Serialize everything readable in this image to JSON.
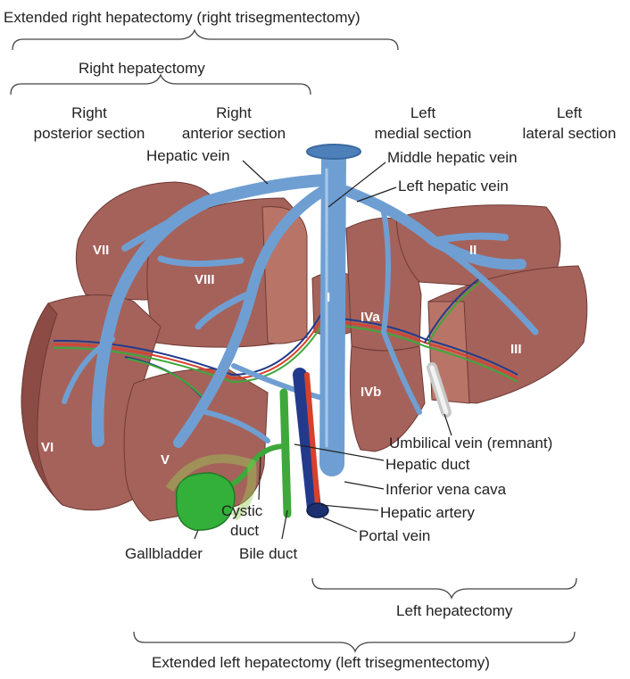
{
  "brackets": {
    "extended_right": "Extended right hepatectomy (right trisegmentectomy)",
    "right": "Right hepatectomy",
    "left": "Left hepatectomy",
    "extended_left": "Extended left hepatectomy (left trisegmentectomy)"
  },
  "sections": {
    "right_posterior": [
      "Right",
      "posterior section"
    ],
    "right_anterior": [
      "Right",
      "anterior section"
    ],
    "left_medial": [
      "Left",
      "medial section"
    ],
    "left_lateral": [
      "Left",
      "lateral section"
    ]
  },
  "segments": {
    "s1": "I",
    "s2": "II",
    "s3": "III",
    "s4a": "IVa",
    "s4b": "IVb",
    "s5": "V",
    "s6": "VI",
    "s7": "VII",
    "s8": "VIII"
  },
  "structures": {
    "hepatic_vein": "Hepatic vein",
    "middle_hepatic_vein": "Middle hepatic vein",
    "left_hepatic_vein": "Left hepatic vein",
    "umbilical_vein": "Umbilical vein (remnant)",
    "hepatic_duct": "Hepatic duct",
    "inferior_vena_cava": "Inferior vena cava",
    "hepatic_artery": "Hepatic artery",
    "portal_vein": "Portal vein",
    "cystic_duct": [
      "Cystic",
      "duct"
    ],
    "gallbladder": "Gallbladder",
    "bile_duct": "Bile duct"
  },
  "colors": {
    "liver": "#a5625a",
    "vein": "#6f9fd2",
    "duct": "#3ea83a",
    "artery": "#d8412c",
    "portal": "#233a8c"
  }
}
